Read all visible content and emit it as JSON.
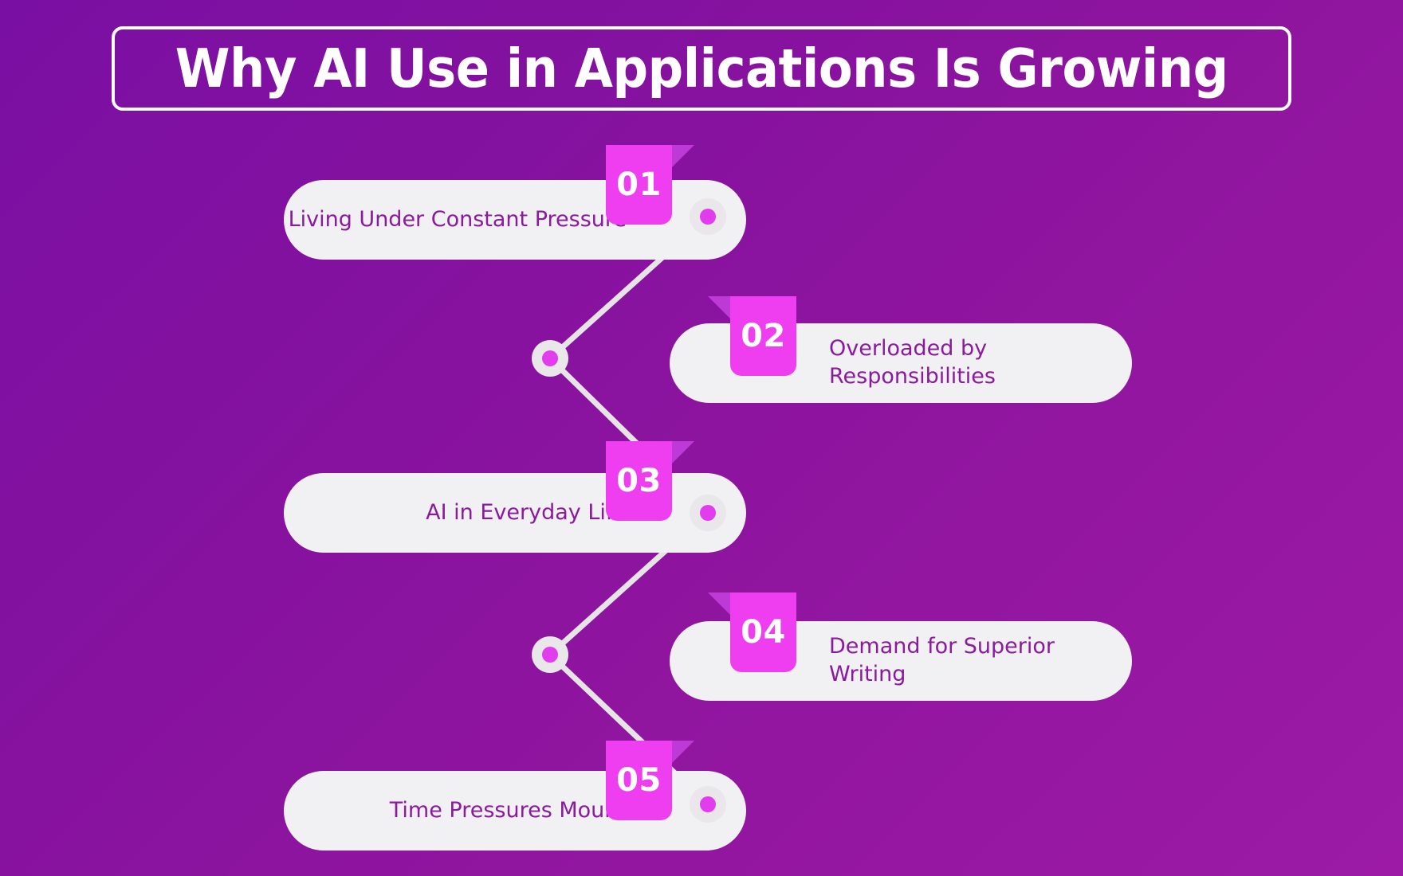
{
  "title": "Why AI Use in Applications Is Growing",
  "theme": {
    "background_top": "#7a0fa3",
    "background_bottom": "#9c1aa6",
    "pill_bg": "#f1f0f2",
    "badge_bg": "#ef3ef0",
    "fold_color": "#bd3ad6",
    "label_color": "#8a1a9e",
    "title_color": "#ffffff",
    "dot_ring": "#e9e7ea",
    "dot_center": "#e13ced",
    "connector_line": "#e6e4e7"
  },
  "items": [
    {
      "number": "01",
      "label": "Living Under Constant Pressure",
      "side": "left"
    },
    {
      "number": "02",
      "label": "Overloaded by Responsibilities",
      "side": "right"
    },
    {
      "number": "03",
      "label": "AI in Everyday Life",
      "side": "left"
    },
    {
      "number": "04",
      "label": "Demand for Superior Writing",
      "side": "right"
    },
    {
      "number": "05",
      "label": "Time Pressures Mount",
      "side": "left"
    }
  ]
}
